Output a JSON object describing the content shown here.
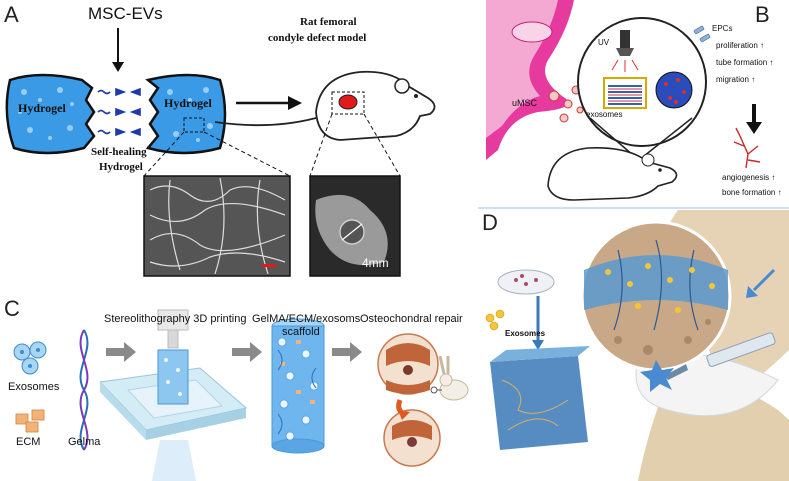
{
  "panels": {
    "a": {
      "label": "A",
      "msc_evs": "MSC-EVs",
      "hydrogel_left": "Hydrogel",
      "hydrogel_right": "Hydrogel",
      "self_healing_line1": "Self-healing",
      "self_healing_line2": "Hydrogel",
      "rat_title_line1": "Rat femoral",
      "rat_title_line2": "condyle defect model",
      "scale_text": "4mm"
    },
    "b": {
      "label": "B",
      "umsc": "uMSC",
      "exosomes": "exosomes",
      "uv": "UV",
      "epcs": "EPCs",
      "effects": [
        "proliferation ↑",
        "tube formation ↑",
        "migration ↑"
      ],
      "outcomes": [
        "angiogenesis ↑",
        "bone formation ↑"
      ]
    },
    "c": {
      "label": "C",
      "step1": "Stereolithography 3D printing",
      "step2_line1": "GelMA/ECM/exosoms",
      "step2_line2": "scaffold",
      "step3": "Osteochondral repair",
      "exosomes": "Exosomes",
      "ecm": "ECM",
      "gelma": "Gelma"
    },
    "d": {
      "label": "D",
      "exosomes": "Exosomes"
    }
  },
  "colors": {
    "hydrogel_blue": "#2f8fe0",
    "umsc_pink": "#e0208f",
    "scaffold_blue": "#6fb6ee",
    "bone_tan": "#e6d2b5",
    "vessel_red": "#c8282a"
  }
}
